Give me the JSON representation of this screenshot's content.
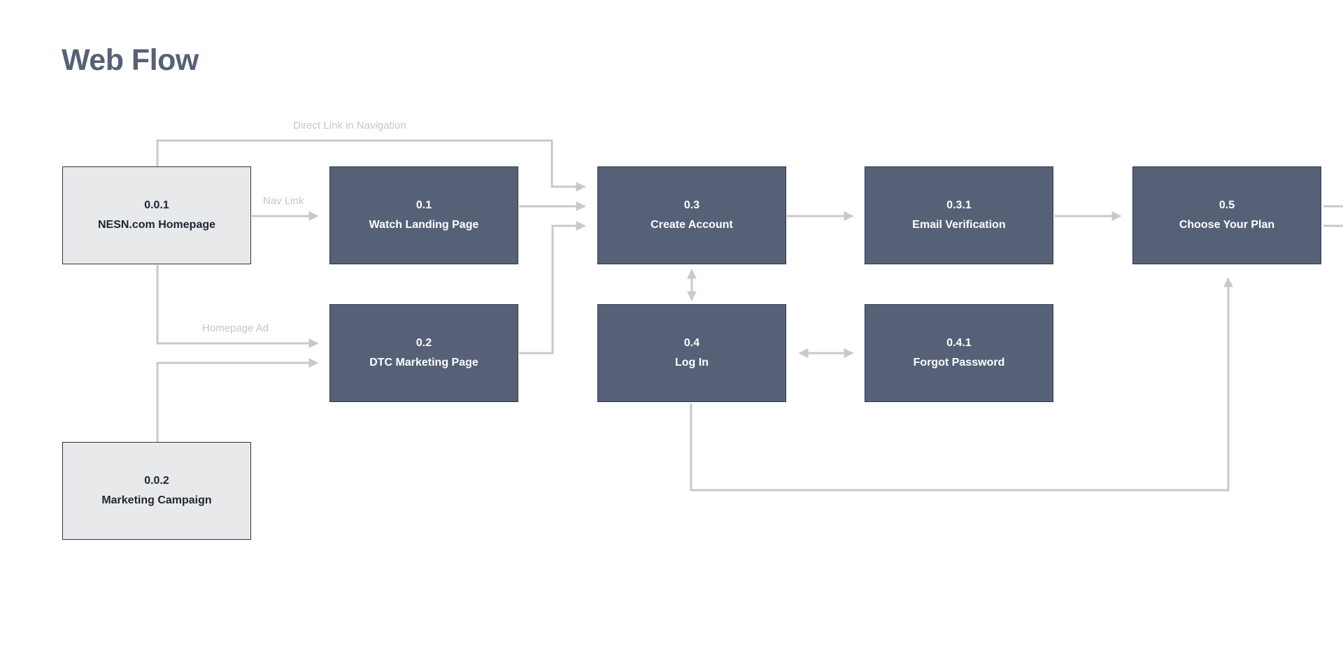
{
  "title": "Web Flow",
  "colors": {
    "dark_node": "#566178",
    "light_node": "#e8e9ea",
    "connector": "#c7c9cb",
    "title": "#566178"
  },
  "nodes": {
    "n001": {
      "id": "0.0.1",
      "label": "NESN.com Homepage"
    },
    "n002": {
      "id": "0.0.2",
      "label": "Marketing Campaign"
    },
    "n01": {
      "id": "0.1",
      "label": "Watch Landing Page"
    },
    "n02": {
      "id": "0.2",
      "label": "DTC Marketing Page"
    },
    "n03": {
      "id": "0.3",
      "label": "Create Account"
    },
    "n031": {
      "id": "0.3.1",
      "label": "Email Verification"
    },
    "n04": {
      "id": "0.4",
      "label": "Log In"
    },
    "n041": {
      "id": "0.4.1",
      "label": "Forgot Password"
    },
    "n05": {
      "id": "0.5",
      "label": "Choose Your Plan"
    }
  },
  "edge_labels": {
    "direct_link": "Direct Link in Navigation",
    "nav_link": "Nav Link",
    "homepage_ad": "Homepage Ad"
  }
}
